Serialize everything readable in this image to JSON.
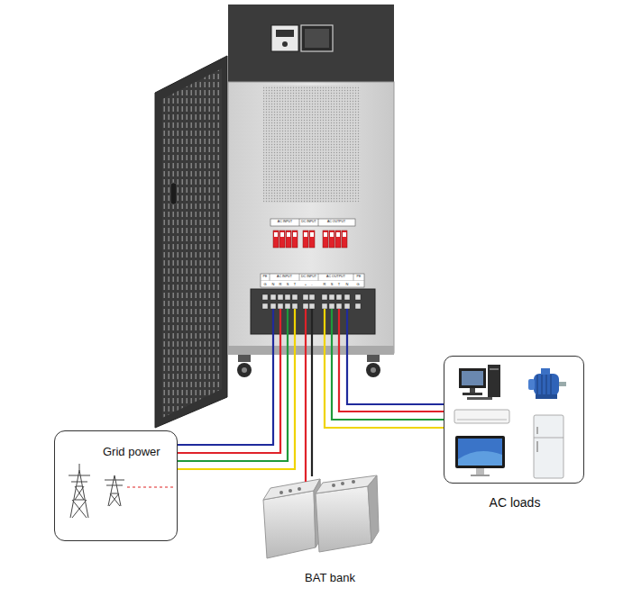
{
  "diagram": {
    "nodes": [
      {
        "text": [
          "Grid power"
        ]
      },
      {
        "text": [
          "AC loads"
        ]
      }
    ],
    "labels": [
      "AC INPUT",
      "DC INPUT",
      "AC OUTPUT",
      "PE",
      "AC INPUT",
      "DC INPUT",
      "AC OUTPUT",
      "PE",
      "G",
      "N",
      "R",
      "S",
      "T",
      "+",
      "-",
      "R",
      "S",
      "T",
      "N",
      "G",
      "BAT bank"
    ]
  }
}
